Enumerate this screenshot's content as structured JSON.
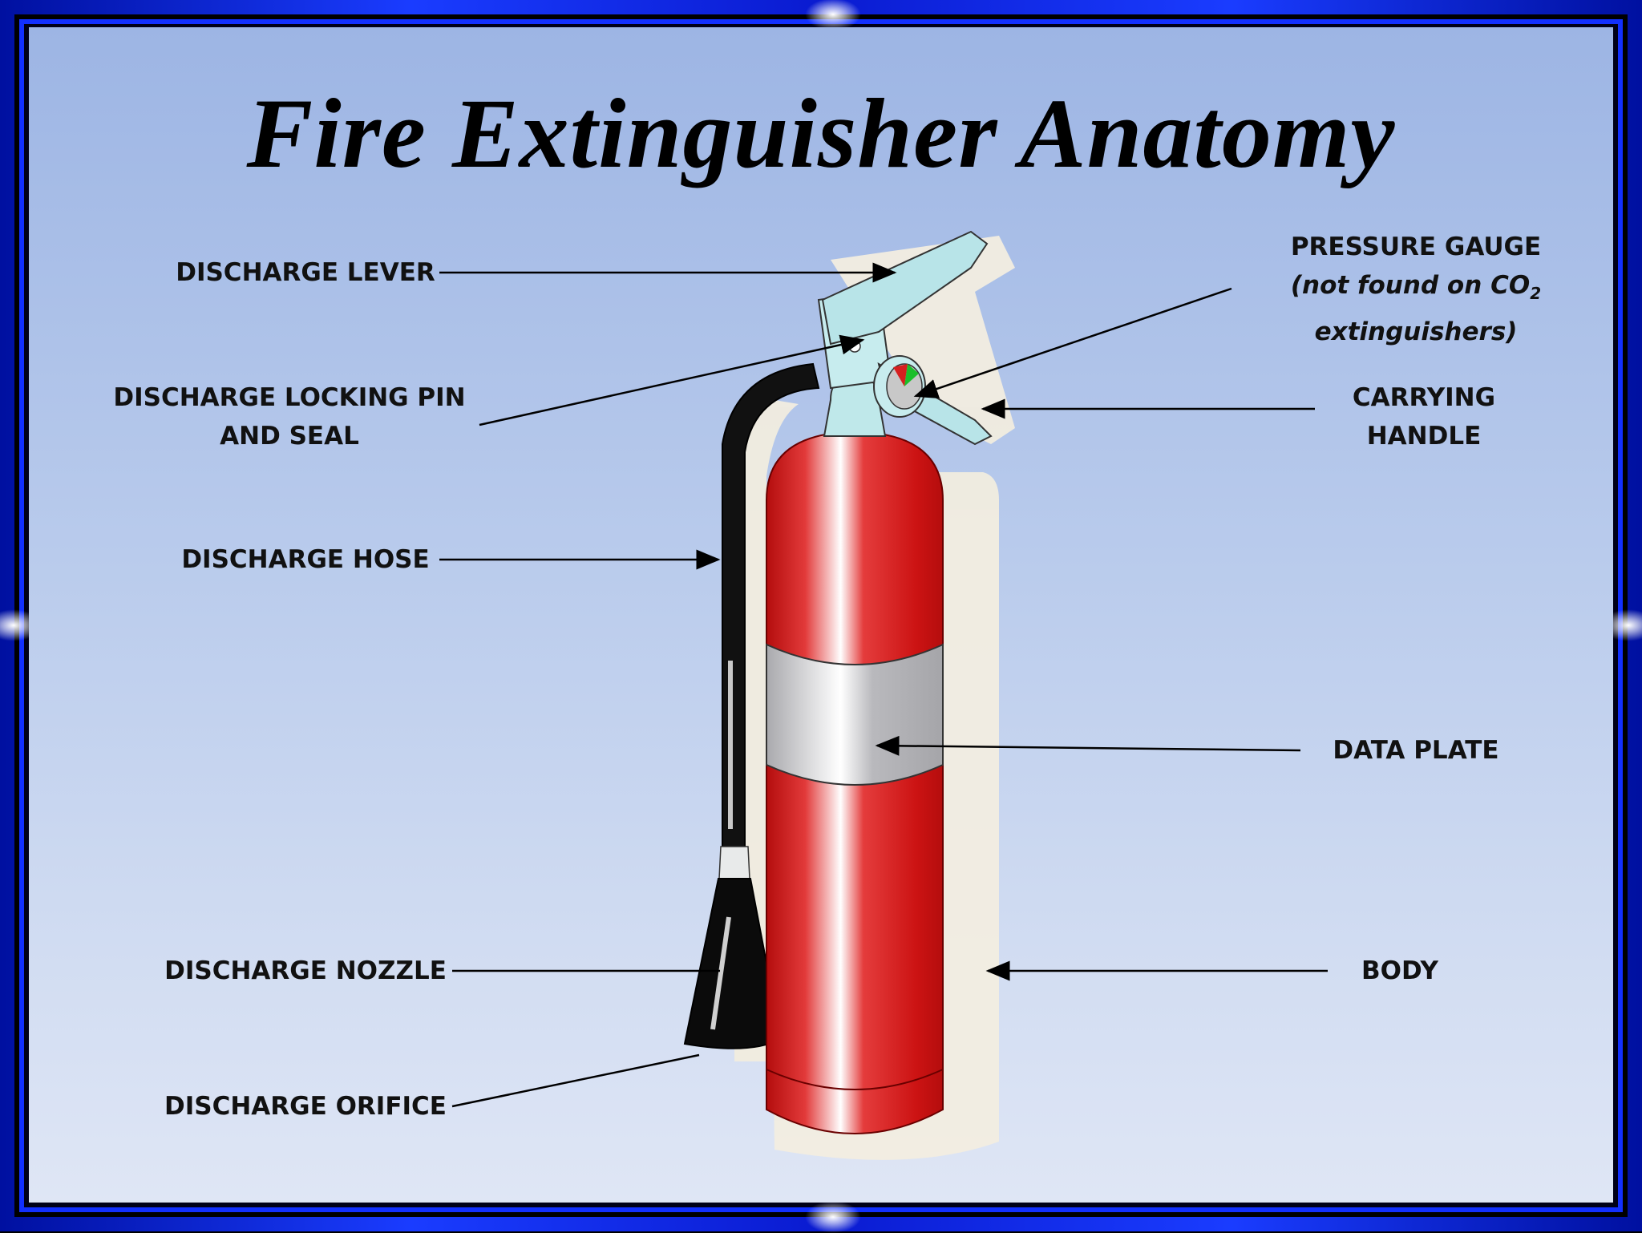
{
  "title": "Fire Extinguisher Anatomy",
  "labels": {
    "discharge_lever": "DISCHARGE LEVER",
    "locking_pin_line1": "DISCHARGE LOCKING PIN",
    "locking_pin_line2": "AND SEAL",
    "discharge_hose": "DISCHARGE HOSE",
    "discharge_nozzle": "DISCHARGE NOZZLE",
    "discharge_orifice": "DISCHARGE ORIFICE",
    "pressure_gauge_line1": "PRESSURE GAUGE",
    "pressure_gauge_line2": "(not found on CO",
    "pressure_gauge_sub": "2",
    "pressure_gauge_line3": "extinguishers)",
    "carrying_handle_line1": "CARRYING",
    "carrying_handle_line2": "HANDLE",
    "data_plate": "DATA PLATE",
    "body": "BODY"
  },
  "colors": {
    "frame": "#1a3cff",
    "body_red": "#d11a1a",
    "valve": "#bfe8ea",
    "data_plate": "#b8b8bc",
    "hose": "#111111"
  }
}
